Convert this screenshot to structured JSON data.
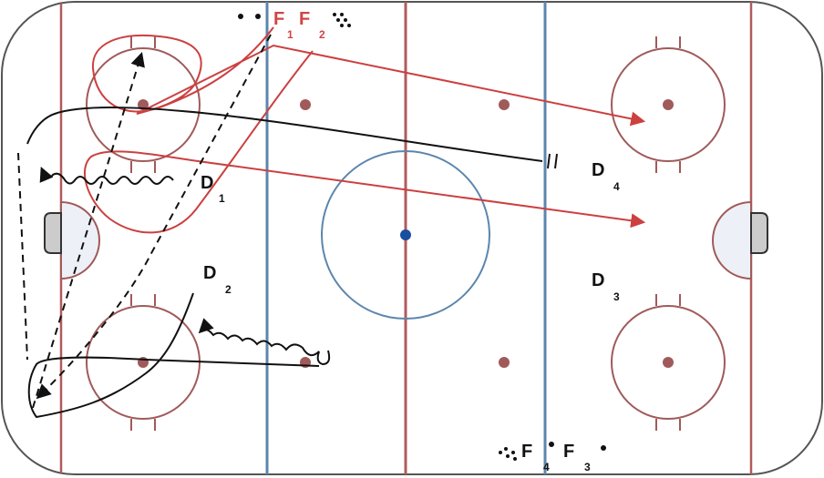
{
  "colors": {
    "board": "#555555",
    "goal_line": "#b05b5b",
    "red_line": "#b05b5b",
    "blue_line": "#5c86ad",
    "center_circle": "#5c86ad",
    "center_dot": "#1a4fa0",
    "faceoff": "#a05a5a",
    "crease_fill": "#edf1f7",
    "net_fill": "#cccccc",
    "red_player": "#d04545",
    "black_player": "#111111",
    "red_path": "#cc4040",
    "black_path": "#111111"
  },
  "players": {
    "f1": {
      "letter": "F",
      "number": "1"
    },
    "f2": {
      "letter": "F",
      "number": "2"
    },
    "d1": {
      "letter": "D",
      "number": "1"
    },
    "d2": {
      "letter": "D",
      "number": "2"
    },
    "d3": {
      "letter": "D",
      "number": "3"
    },
    "d4": {
      "letter": "D",
      "number": "4"
    },
    "f3": {
      "letter": "F",
      "number": "3"
    },
    "f4": {
      "letter": "F",
      "number": "4"
    }
  }
}
